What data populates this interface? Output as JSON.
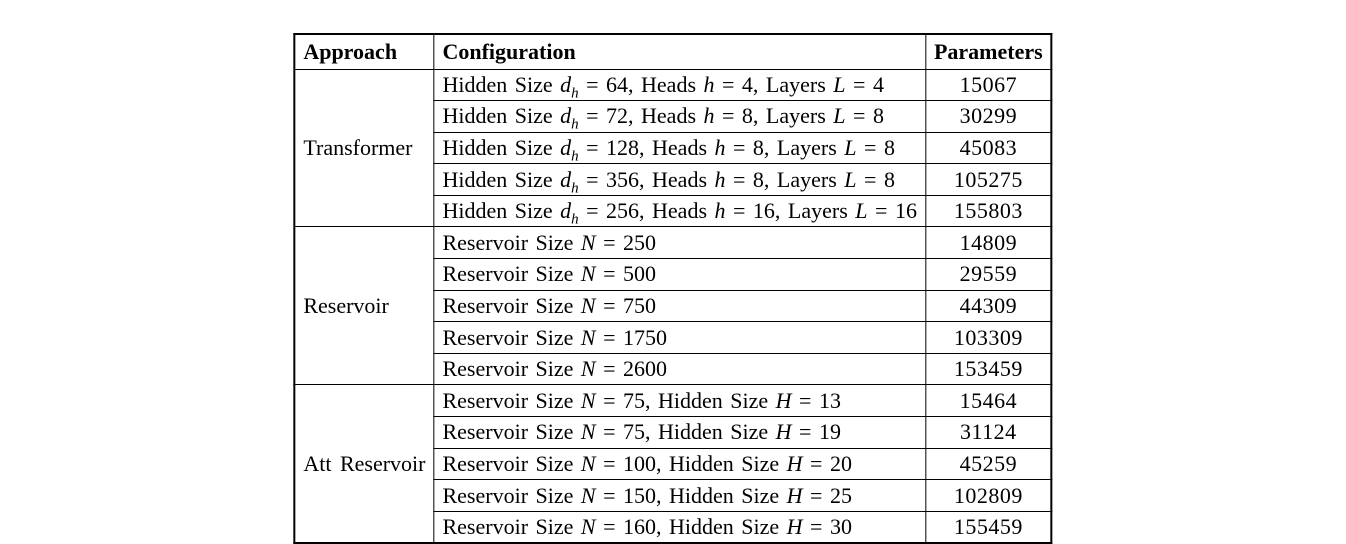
{
  "page": {
    "background_color": "#ffffff",
    "text_color": "#000000",
    "border_color": "#000000"
  },
  "table": {
    "headers": {
      "approach": "Approach",
      "configuration": "Configuration",
      "parameters": "Parameters"
    },
    "groups": [
      {
        "approach": "Transformer",
        "rows": [
          {
            "config": "Hidden Size $d_h$ = 64, Heads $h$ = 4, Layers $L$ = 4",
            "parameters": "15067"
          },
          {
            "config": "Hidden Size $d_h$ = 72, Heads $h$ = 8, Layers $L$ = 8",
            "parameters": "30299"
          },
          {
            "config": "Hidden Size $d_h$ = 128, Heads $h$ = 8, Layers $L$ = 8",
            "parameters": "45083"
          },
          {
            "config": "Hidden Size $d_h$ = 356, Heads $h$ = 8, Layers $L$ = 8",
            "parameters": "105275"
          },
          {
            "config": "Hidden Size $d_h$ = 256, Heads $h$ = 16, Layers $L$ = 16",
            "parameters": "155803"
          }
        ]
      },
      {
        "approach": "Reservoir",
        "rows": [
          {
            "config": "Reservoir Size $N$ = 250",
            "parameters": "14809"
          },
          {
            "config": "Reservoir Size $N$ = 500",
            "parameters": "29559"
          },
          {
            "config": "Reservoir Size $N$ = 750",
            "parameters": "44309"
          },
          {
            "config": "Reservoir Size $N$ = 1750",
            "parameters": "103309"
          },
          {
            "config": "Reservoir Size $N$ = 2600",
            "parameters": "153459"
          }
        ]
      },
      {
        "approach": "Att Reservoir",
        "rows": [
          {
            "config": "Reservoir Size $N$ = 75, Hidden Size $H$ = 13",
            "parameters": "15464"
          },
          {
            "config": "Reservoir Size $N$ = 75, Hidden Size $H$ = 19",
            "parameters": "31124"
          },
          {
            "config": "Reservoir Size $N$ = 100, Hidden Size $H$ = 20",
            "parameters": "45259"
          },
          {
            "config": "Reservoir Size $N$ = 150, Hidden Size $H$ = 25",
            "parameters": "102809"
          },
          {
            "config": "Reservoir Size $N$ = 160, Hidden Size $H$ = 30",
            "parameters": "155459"
          }
        ]
      }
    ]
  }
}
